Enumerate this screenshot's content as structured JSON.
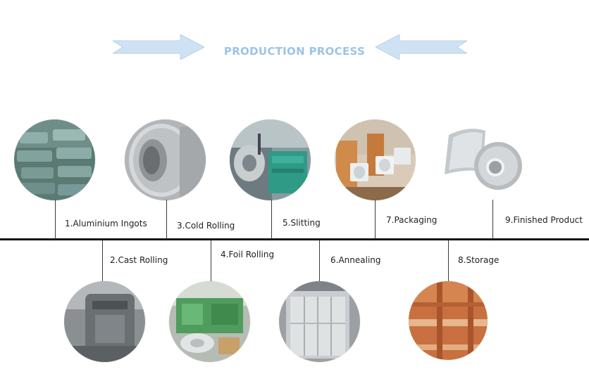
{
  "header": {
    "title": "PRODUCTION PROCESS",
    "title_color": "#9cc4e4",
    "arrow_color": "#cfe2f3",
    "arrow_stroke": "#b7d3ea"
  },
  "timeline_color": "#141414",
  "steps": {
    "s1": {
      "label": "1.Aluminium Ingots",
      "icon": "aluminium-ingots-photo"
    },
    "s2": {
      "label": "2.Cast Rolling",
      "icon": "cast-rolling-photo"
    },
    "s3": {
      "label": "3.Cold Rolling",
      "icon": "cold-rolling-photo"
    },
    "s4": {
      "label": "4.Foil Rolling",
      "icon": "foil-rolling-photo"
    },
    "s5": {
      "label": "5.Slitting",
      "icon": "slitting-photo"
    },
    "s6": {
      "label": "6.Annealing",
      "icon": "annealing-photo"
    },
    "s7": {
      "label": "7.Packaging",
      "icon": "packaging-photo"
    },
    "s8": {
      "label": "8.Storage",
      "icon": "storage-photo"
    },
    "s9": {
      "label": "9.Finished Product",
      "icon": "finished-product-photo"
    }
  }
}
